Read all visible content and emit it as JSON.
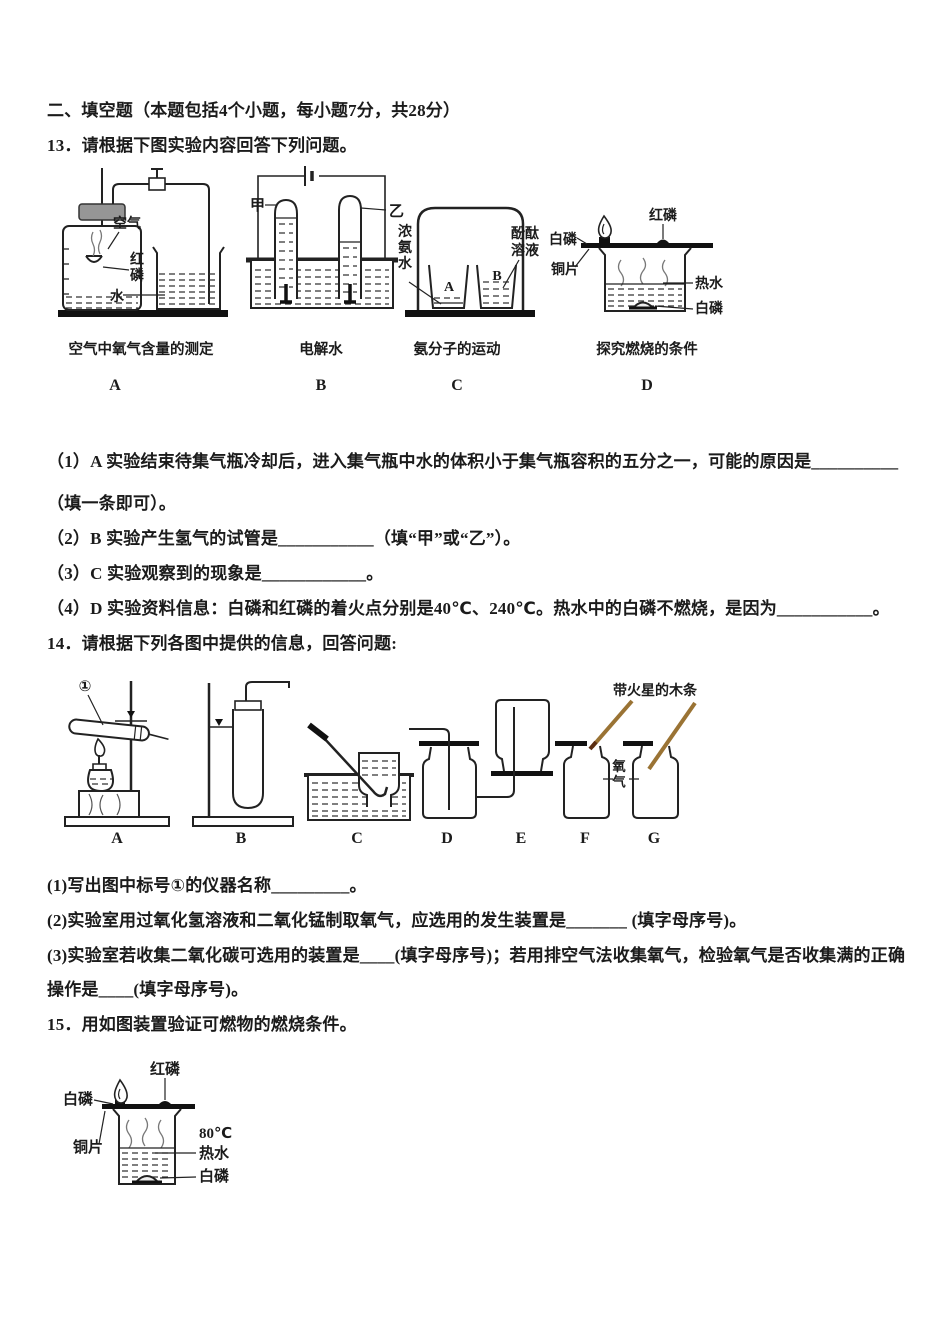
{
  "header": {
    "section_title": "二、填空题（本题包括4个小题，每小题7分，共28分）"
  },
  "q13": {
    "stem": "13．请根据下图实验内容回答下列问题。",
    "fig": {
      "a": {
        "caption": "空气中氧气含量的测定",
        "letter": "A",
        "air": "空气",
        "red_p": "红磷",
        "water": "水"
      },
      "b": {
        "caption": "电解水",
        "letter": "B",
        "left": "甲",
        "right": "乙"
      },
      "c": {
        "caption": "氨分子的运动",
        "letter": "C",
        "ammonia": "浓氨水",
        "phen1": "酚酞",
        "phen2": "溶液",
        "beaker_a": "A",
        "beaker_b": "B"
      },
      "d": {
        "caption": "探究燃烧的条件",
        "letter": "D",
        "white_p": "白磷",
        "red_p": "红磷",
        "copper": "铜片",
        "hot_water": "热水",
        "white_p2": "白磷"
      }
    },
    "q1a": "（1）A 实验结束待集气瓶冷却后，进入集气瓶中水的体积小于集气瓶容积的五分之一，可能的原因是__________",
    "q1b": "（填一条即可）。",
    "q2": "（2）B 实验产生氢气的试管是___________（填“甲”或“乙”）。",
    "q3": "（3）C 实验观察到的现象是____________。",
    "q4": "（4）D 实验资料信息：白磷和红磷的着火点分别是40℃、240℃。热水中的白磷不燃烧，是因为___________。"
  },
  "q14": {
    "stem": "14．请根据下列各图中提供的信息，回答问题:",
    "fig": {
      "marker1": "①",
      "splint": "带火星的木条",
      "oxygen": "氧气",
      "letters": {
        "a": "A",
        "b": "B",
        "c": "C",
        "d": "D",
        "e": "E",
        "f": "F",
        "g": "G"
      }
    },
    "q1": "(1)写出图中标号①的仪器名称_________。",
    "q2": "(2)实验室用过氧化氢溶液和二氧化锰制取氧气，应选用的发生装置是_______ (填字母序号)。",
    "q3": "(3)实验室若收集二氧化碳可选用的装置是____(填字母序号)；若用排空气法收集氧气，检验氧气是否收集满的正确操作是____(填字母序号)。"
  },
  "q15": {
    "stem": "15．用如图装置验证可燃物的燃烧条件。",
    "fig": {
      "white_p": "白磷",
      "red_p": "红磷",
      "copper": "铜片",
      "temp": "80℃",
      "hot_water": "热水",
      "white_p2": "白磷"
    }
  }
}
